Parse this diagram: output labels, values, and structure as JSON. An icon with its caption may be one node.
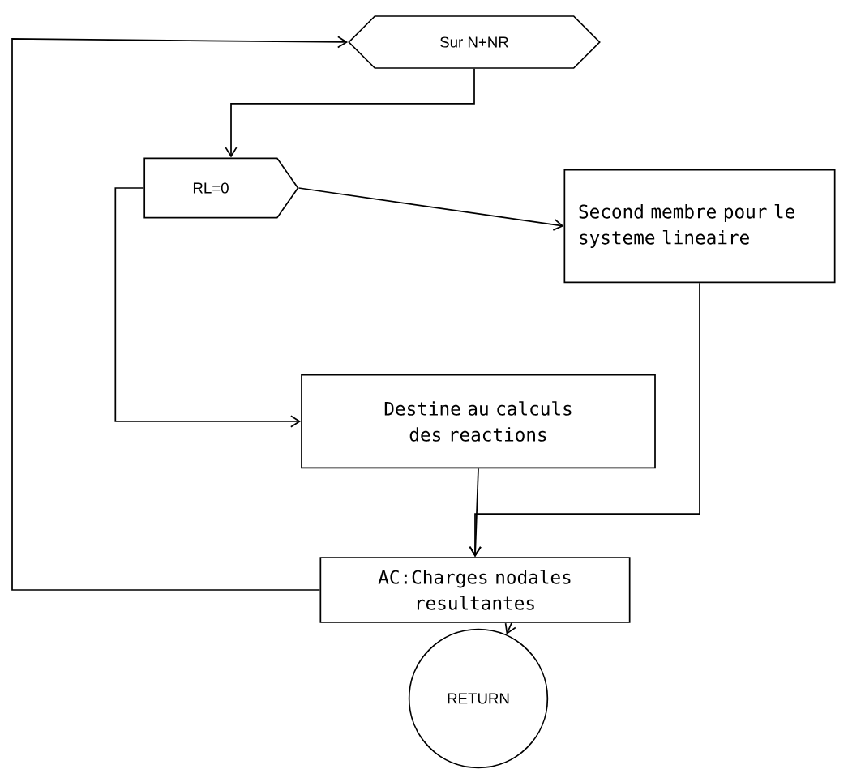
{
  "diagram": {
    "nodes": [
      {
        "text": [
          "Sur N+NR"
        ]
      },
      {
        "text": [
          "RL=0"
        ]
      },
      {
        "text": [
          "Second membre pour le systeme lineaire"
        ]
      },
      {
        "text": [
          "Destine au calculs des reactions"
        ]
      },
      {
        "text": [
          "AC:Charges nodales resultantes"
        ]
      },
      {
        "text": [
          "RETURN"
        ]
      }
    ],
    "edges": [
      {
        "from": 0,
        "to": 1,
        "arrow": "to"
      },
      {
        "from": 1,
        "to": 2,
        "arrow": "to"
      },
      {
        "from": 1,
        "to": 3,
        "arrow": "to"
      },
      {
        "from": 2,
        "to": 4,
        "arrow": "to"
      },
      {
        "from": 3,
        "to": 4,
        "arrow": "to"
      },
      {
        "from": 4,
        "to": 0,
        "arrow": "to"
      },
      {
        "from": 4,
        "to": 5,
        "arrow": "to"
      }
    ]
  }
}
